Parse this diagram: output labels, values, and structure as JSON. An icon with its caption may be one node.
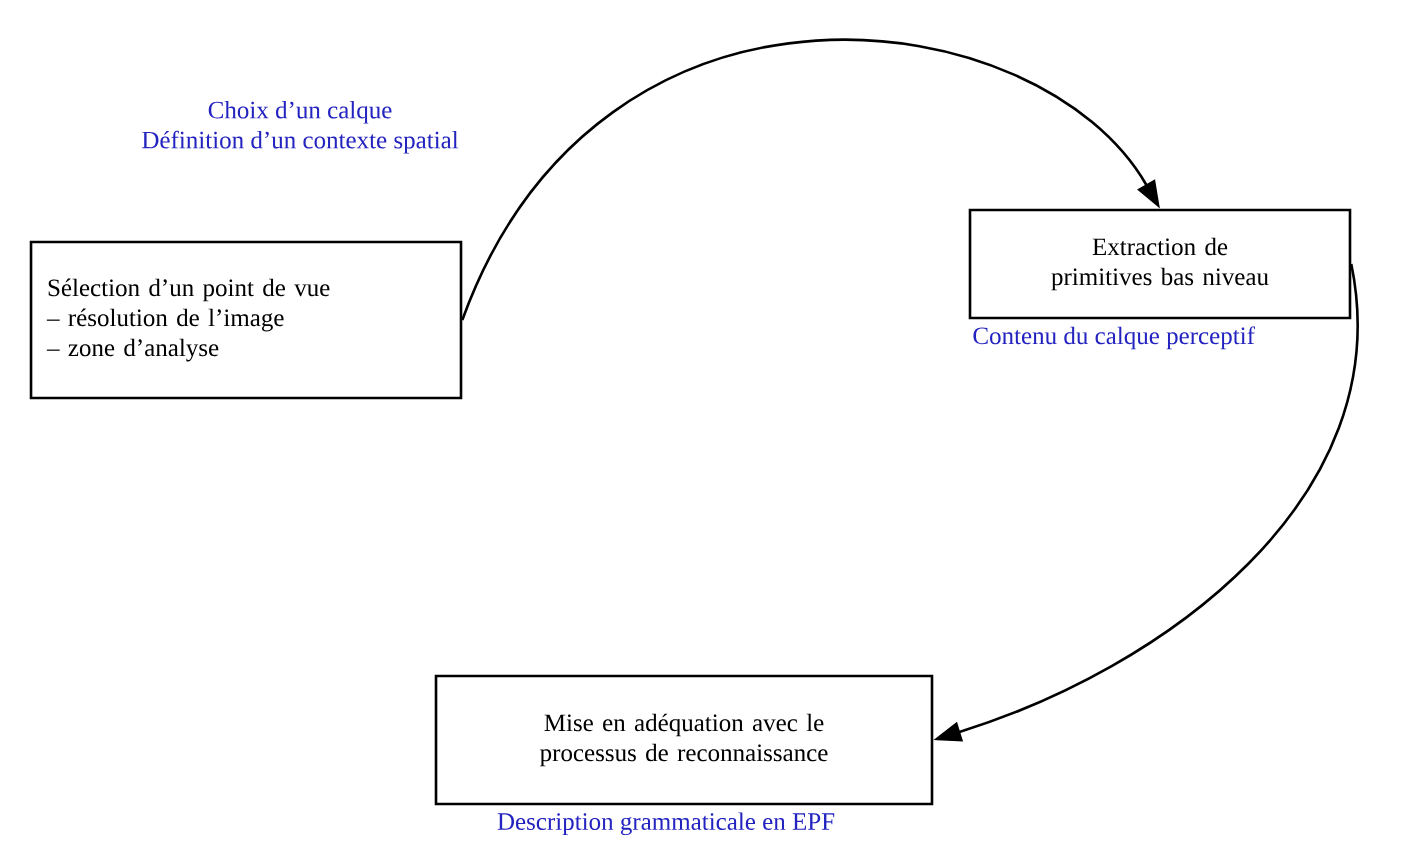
{
  "diagram": {
    "nodes": [
      {
        "text": [
          "Sélection d’un point de vue",
          "– résolution de l’image",
          "– zone d’analyse"
        ],
        "beside": [
          "Choix d’un calque",
          "Définition d’un contexte spatial"
        ]
      },
      {
        "text": [
          "Extraction de primitives bas niveau"
        ],
        "beside": [
          "Contenu du calque perceptif"
        ]
      },
      {
        "text": [
          "Mise en adéquation avec le processus de reconnaissance"
        ],
        "beside": [
          "Description grammaticale en EPF"
        ]
      }
    ],
    "edges": [
      {
        "from": 0,
        "to": 1,
        "arrow": "to"
      },
      {
        "from": 1,
        "to": 2,
        "arrow": "to"
      }
    ]
  }
}
